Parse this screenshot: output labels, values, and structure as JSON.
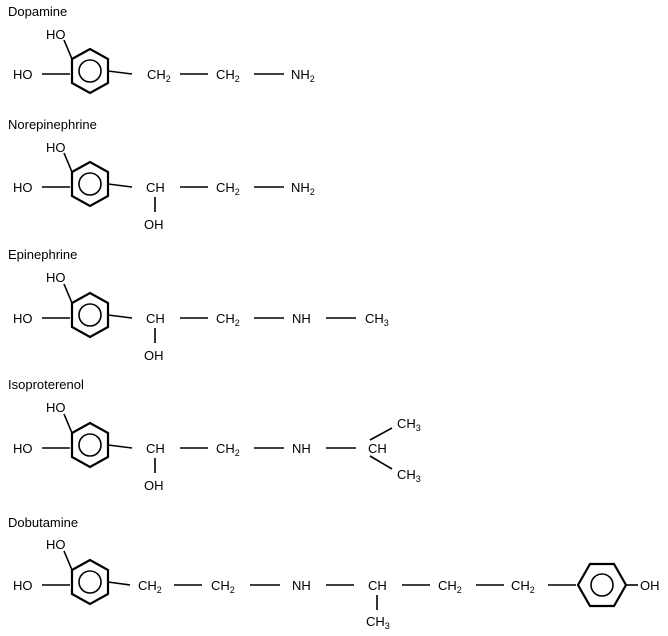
{
  "structures": [
    {
      "id": "dopamine",
      "name": "Dopamine",
      "ring_substituents": {
        "top": "HO",
        "left": "HO"
      },
      "chain": [
        {
          "main": "CH",
          "sub": "2"
        },
        {
          "main": "CH",
          "sub": "2"
        },
        {
          "main": "NH",
          "sub": "2"
        }
      ]
    },
    {
      "id": "norepinephrine",
      "name": "Norepinephrine",
      "ring_substituents": {
        "top": "HO",
        "left": "HO"
      },
      "chain": [
        {
          "main": "CH",
          "sub": "",
          "below": "OH"
        },
        {
          "main": "CH",
          "sub": "2"
        },
        {
          "main": "NH",
          "sub": "2"
        }
      ]
    },
    {
      "id": "epinephrine",
      "name": "Epinephrine",
      "ring_substituents": {
        "top": "HO",
        "left": "HO"
      },
      "chain": [
        {
          "main": "CH",
          "sub": "",
          "below": "OH"
        },
        {
          "main": "CH",
          "sub": "2"
        },
        {
          "main": "NH",
          "sub": ""
        },
        {
          "main": "CH",
          "sub": "3"
        }
      ]
    },
    {
      "id": "isoproterenol",
      "name": "Isoproterenol",
      "ring_substituents": {
        "top": "HO",
        "left": "HO"
      },
      "chain": [
        {
          "main": "CH",
          "sub": "",
          "below": "OH"
        },
        {
          "main": "CH",
          "sub": "2"
        },
        {
          "main": "NH",
          "sub": ""
        },
        {
          "main": "CH",
          "sub": "",
          "branch_up": {
            "main": "CH",
            "sub": "3"
          },
          "branch_down": {
            "main": "CH",
            "sub": "3"
          }
        }
      ]
    },
    {
      "id": "dobutamine",
      "name": "Dobutamine",
      "ring_substituents": {
        "top": "HO",
        "left": "HO"
      },
      "chain": [
        {
          "main": "CH",
          "sub": "2"
        },
        {
          "main": "CH",
          "sub": "2"
        },
        {
          "main": "NH",
          "sub": ""
        },
        {
          "main": "CH",
          "sub": "",
          "below": {
            "main": "CH",
            "sub": "3"
          }
        },
        {
          "main": "CH",
          "sub": "2"
        },
        {
          "main": "CH",
          "sub": "2"
        }
      ],
      "terminal_ring_substituent": "OH"
    }
  ]
}
